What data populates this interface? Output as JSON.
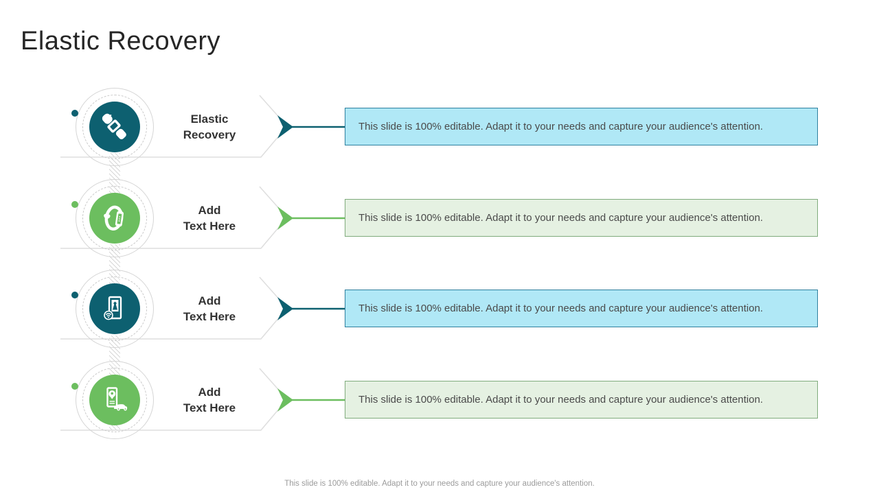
{
  "page": {
    "title": "Elastic Recovery",
    "footer_note": "This slide is 100% editable. Adapt it to your needs and capture your audience's attention."
  },
  "colors": {
    "teal_accent": "#0D6070",
    "green_accent": "#6CBE5F",
    "teal_box_fill": "#B0E8F6",
    "teal_box_border": "#2E7F9E",
    "green_box_fill": "#E5F1E2",
    "green_box_border": "#7FAB7C",
    "outline_gray": "#DEDEDE"
  },
  "rows": [
    {
      "theme": "teal",
      "icon": "smartwatch-hand-icon",
      "label_lines": [
        "Elastic",
        "Recovery"
      ],
      "box_text": "This slide is 100% editable. Adapt it to your needs and capture your audience's attention."
    },
    {
      "theme": "green",
      "icon": "fitness-band-icon",
      "label_lines": [
        "Add",
        "Text Here"
      ],
      "box_text": "This slide is 100% editable. Adapt it to your needs and capture your audience's attention."
    },
    {
      "theme": "teal",
      "icon": "smart-device-shopping-icon",
      "label_lines": [
        "Add",
        "Text Here"
      ],
      "box_text": "This slide is 100% editable. Adapt it to your needs and capture your audience's attention."
    },
    {
      "theme": "green",
      "icon": "car-locator-icon",
      "label_lines": [
        "Add",
        "Text Here"
      ],
      "box_text": "This slide is 100% editable. Adapt it to your needs and capture your audience's attention."
    }
  ]
}
